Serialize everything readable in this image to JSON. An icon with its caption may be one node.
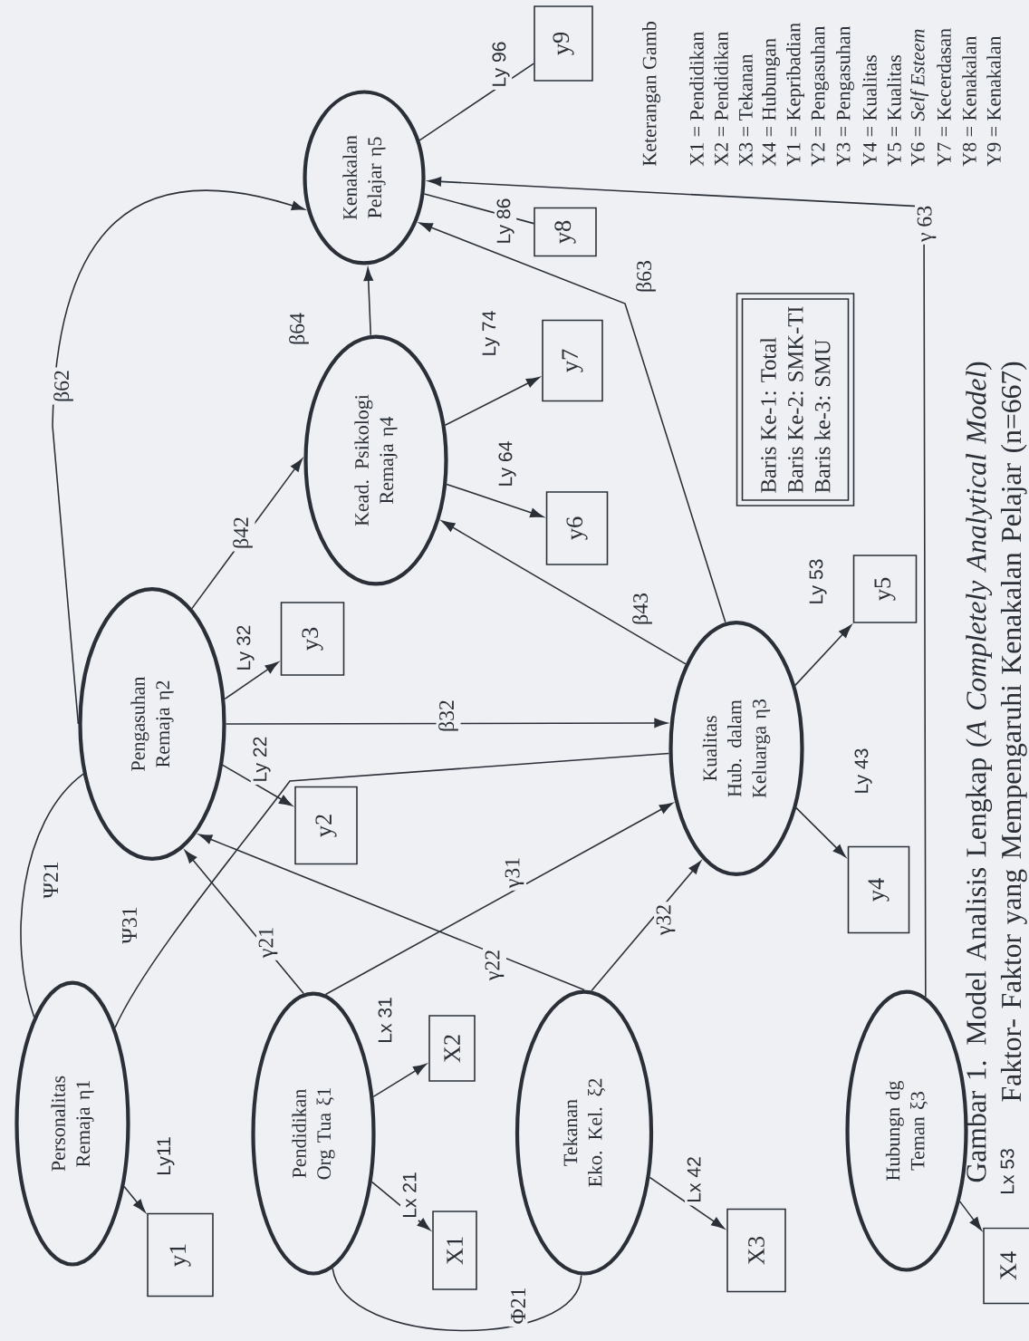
{
  "diagram": {
    "caption": "Gambar 1. Model Analisis Lengkap (*A Completely Analytical Model*) Faktor- Faktor yang Mempengaruhi Kenakalan Pelajar (n=667)",
    "nodes": [
      {
        "text": [
          "Personalitas Remaja η1"
        ]
      },
      {
        "text": [
          "Pendidikan Org Tua ξ1"
        ]
      },
      {
        "text": [
          "Tekanan Eko. Kel. ξ2"
        ]
      },
      {
        "text": [
          "Hubungn dg Teman ξ3"
        ]
      },
      {
        "text": [
          "Pengasuhan Remaja η2"
        ]
      },
      {
        "text": [
          "Kualitas Hub. dalam Keluarga η3"
        ]
      },
      {
        "text": [
          "Kead. Psikologi Remaja η4"
        ]
      },
      {
        "text": [
          "Kenakalan Pelajar η5"
        ]
      },
      {
        "text": [
          "y1"
        ]
      },
      {
        "text": [
          "X1"
        ]
      },
      {
        "text": [
          "X2"
        ]
      },
      {
        "text": [
          "X3"
        ]
      },
      {
        "text": [
          "X4"
        ]
      },
      {
        "text": [
          "y2"
        ]
      },
      {
        "text": [
          "y3"
        ]
      },
      {
        "text": [
          "y4"
        ]
      },
      {
        "text": [
          "y5"
        ]
      },
      {
        "text": [
          "y6"
        ]
      },
      {
        "text": [
          "y7"
        ]
      },
      {
        "text": [
          "y8"
        ]
      },
      {
        "text": [
          "y9"
        ]
      },
      {
        "text": [
          "Baris Ke-1: Total",
          "Baris Ke-2: SMK-TI",
          "Baris ke-3: SMU"
        ]
      }
    ],
    "edges": [
      {
        "from": 0,
        "to": 8,
        "arrow": "to",
        "label": "Ly11"
      },
      {
        "from": 1,
        "to": 9,
        "arrow": "to",
        "label": "Lx 21"
      },
      {
        "from": 1,
        "to": 10,
        "arrow": "to",
        "label": "Lx 31"
      },
      {
        "from": 2,
        "to": 11,
        "arrow": "to",
        "label": "Lx 42"
      },
      {
        "from": 3,
        "to": 12,
        "arrow": "to",
        "label": "Lx 53"
      },
      {
        "from": 4,
        "to": 13,
        "arrow": "to",
        "label": "Ly 22"
      },
      {
        "from": 4,
        "to": 14,
        "arrow": "to",
        "label": "Ly 32"
      },
      {
        "from": 5,
        "to": 15,
        "arrow": "to",
        "label": "Ly 43"
      },
      {
        "from": 5,
        "to": 16,
        "arrow": "to",
        "label": "Ly 53"
      },
      {
        "from": 6,
        "to": 17,
        "arrow": "to",
        "label": "Ly 64"
      },
      {
        "from": 6,
        "to": 18,
        "arrow": "to",
        "label": "Ly 74"
      },
      {
        "from": 7,
        "to": 19,
        "arrow": "none",
        "label": "Ly 86"
      },
      {
        "from": 7,
        "to": 20,
        "arrow": "none",
        "label": "Ly 96"
      },
      {
        "from": 4,
        "to": 6,
        "arrow": "to",
        "label": "β42"
      },
      {
        "from": 4,
        "to": 5,
        "arrow": "to",
        "label": "β32"
      },
      {
        "from": 5,
        "to": 6,
        "arrow": "to",
        "label": "β43"
      },
      {
        "from": 6,
        "to": 7,
        "arrow": "to",
        "label": "β64"
      },
      {
        "from": 5,
        "to": 7,
        "arrow": "to",
        "label": "β63"
      },
      {
        "from": 4,
        "to": 7,
        "arrow": "to",
        "label": "β62"
      },
      {
        "from": 0,
        "to": 4,
        "arrow": "none",
        "label": "Ψ21"
      },
      {
        "from": 0,
        "to": 5,
        "arrow": "none",
        "label": "Ψ31"
      },
      {
        "from": 1,
        "to": 4,
        "arrow": "to",
        "label": "γ21"
      },
      {
        "from": 2,
        "to": 4,
        "arrow": "to",
        "label": "γ22"
      },
      {
        "from": 1,
        "to": 5,
        "arrow": "to",
        "label": "γ31"
      },
      {
        "from": 2,
        "to": 5,
        "arrow": "to",
        "label": "γ32"
      },
      {
        "from": 3,
        "to": 7,
        "arrow": "to",
        "label": "γ 63"
      },
      {
        "from": 1,
        "to": 2,
        "arrow": "none",
        "label": "Φ21"
      }
    ],
    "labels": [
      "Keterangan Gamb",
      "X1 = Pendidikan",
      "X2 = Pendidikan",
      "X3 = Tekanan",
      "X4 = Hubungan",
      "Y1 = Kepribadian",
      "Y2 = Pengasuhan",
      "Y3 = Pengasuhan",
      "Y4 = Kualitas",
      "Y5 = Kualitas",
      "Y6 = *Self Esteem*",
      "Y7 = Kecerdasan",
      "Y8 = Kenakalan",
      "Y9 = Kenakalan"
    ]
  }
}
